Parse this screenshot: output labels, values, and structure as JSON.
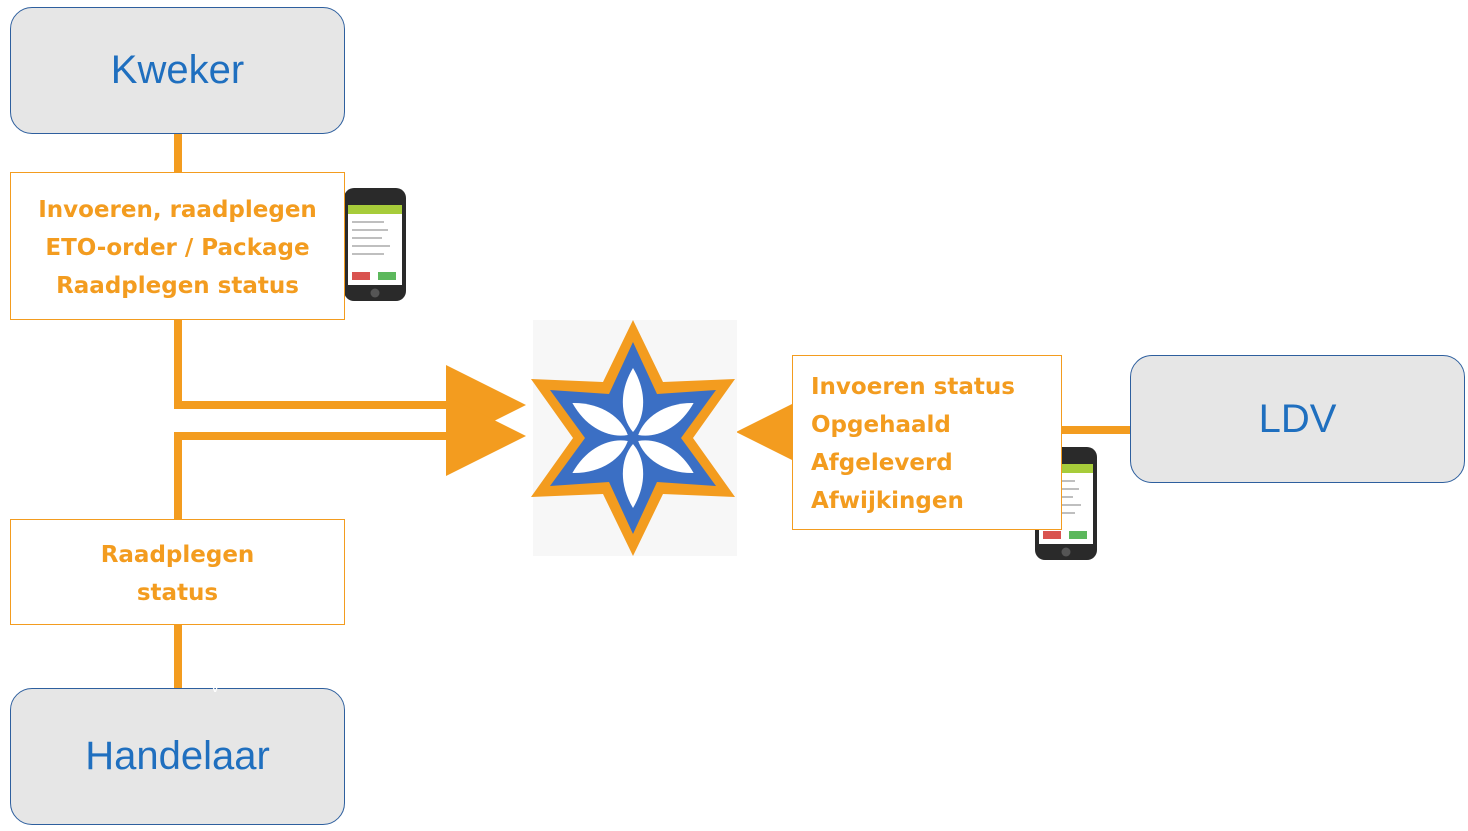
{
  "actors": {
    "kweker": "Kweker",
    "handelaar": "Handelaar",
    "ldv": "LDV"
  },
  "notes": {
    "kweker": [
      "Invoeren, raadplegen",
      "ETO-order / Package",
      "Raadplegen status"
    ],
    "handelaar": [
      "Raadplegen",
      "status"
    ],
    "ldv": [
      "Invoeren status",
      "Opgehaald",
      "Afgeleverd",
      "Afwijkingen"
    ]
  },
  "stray_mark": "v",
  "colors": {
    "orange": "#f39c1f",
    "blue": "#3b6fc4",
    "actor_fill": "#e6e6e6",
    "actor_text": "#1f6fbf",
    "actor_border": "#2e5f9e"
  },
  "icons": [
    "smartphone-icon",
    "star-flower-logo"
  ]
}
